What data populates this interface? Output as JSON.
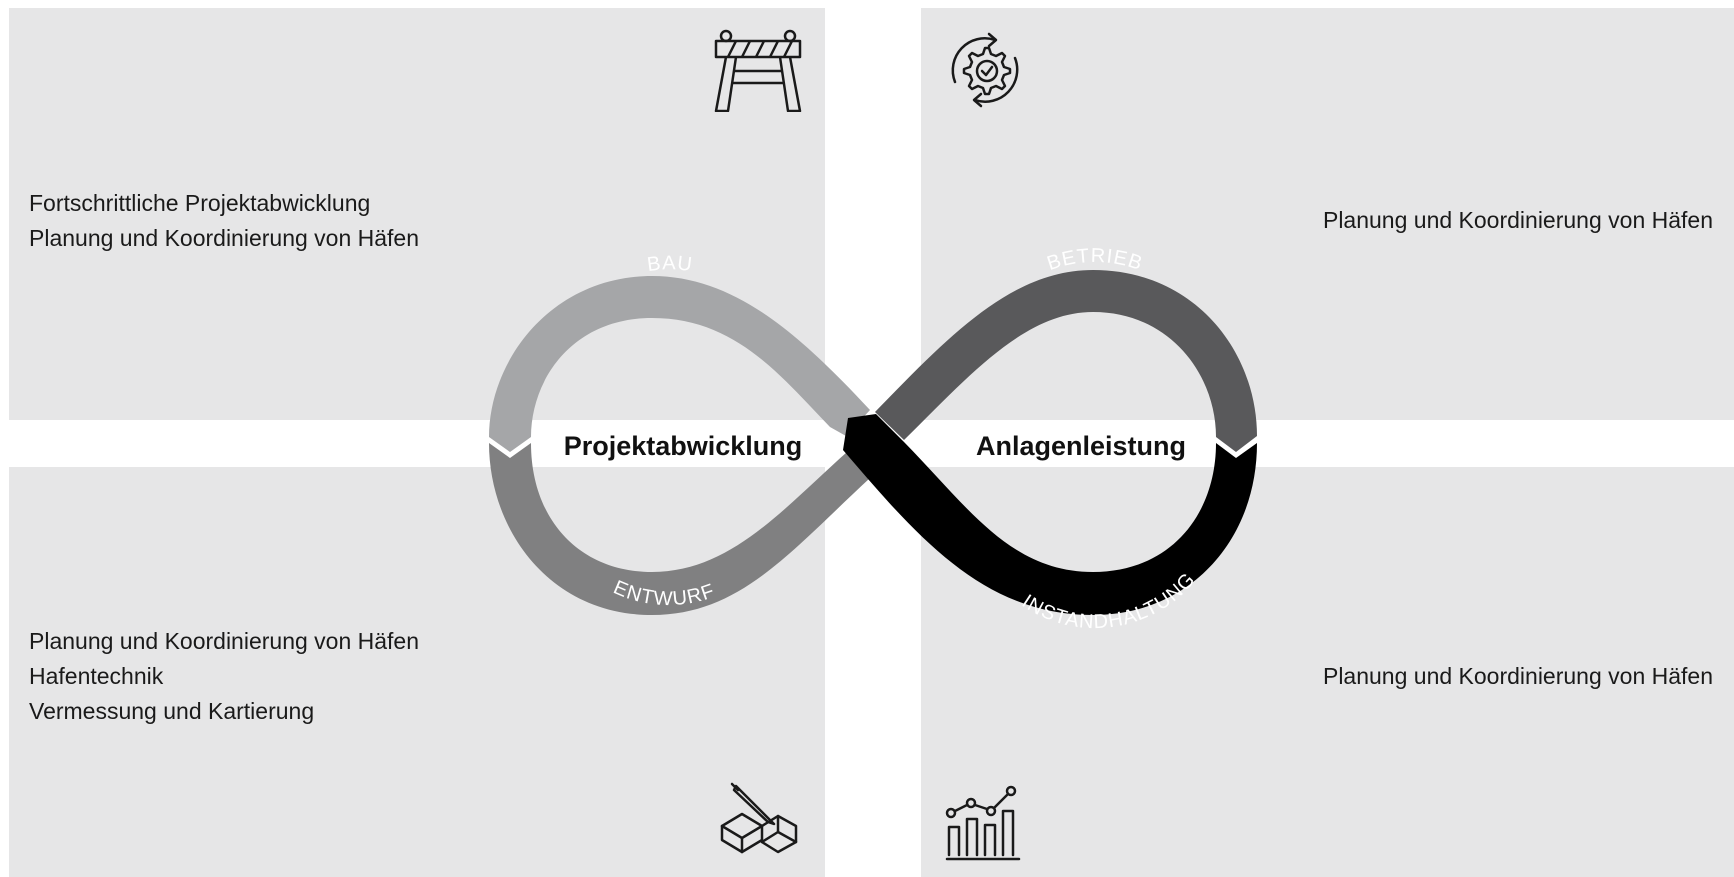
{
  "panels": {
    "top_left": {
      "lines": [
        "Fortschrittliche Projektabwicklung",
        "Planung und Koordinierung von Häfen"
      ],
      "icon": "road-barrier-icon"
    },
    "top_right": {
      "lines": [
        "Planung und Koordinierung von Häfen"
      ],
      "icon": "gear-cycle-check-icon"
    },
    "bottom_left": {
      "lines": [
        "Planung und Koordinierung von Häfen",
        "Hafentechnik",
        "Vermessung und Kartierung"
      ],
      "icon": "design-blocks-pencil-icon"
    },
    "bottom_right": {
      "lines": [
        "Planung und Koordinierung von Häfen"
      ],
      "icon": "growth-chart-icon"
    }
  },
  "infinity_loop": {
    "hubs": {
      "left": "Projektabwicklung",
      "right": "Anlagenleistung"
    },
    "segments": {
      "bau": "BAU",
      "entwurf": "ENTWURF",
      "betrieb": "BETRIEB",
      "instandhaltung": "INSTANDHALTUNG"
    }
  },
  "colors": {
    "panel": "#e6e6e7",
    "bau": "#a5a6a8",
    "entwurf": "#808081",
    "betrieb": "#59595b",
    "instandhaltung": "#000000"
  }
}
